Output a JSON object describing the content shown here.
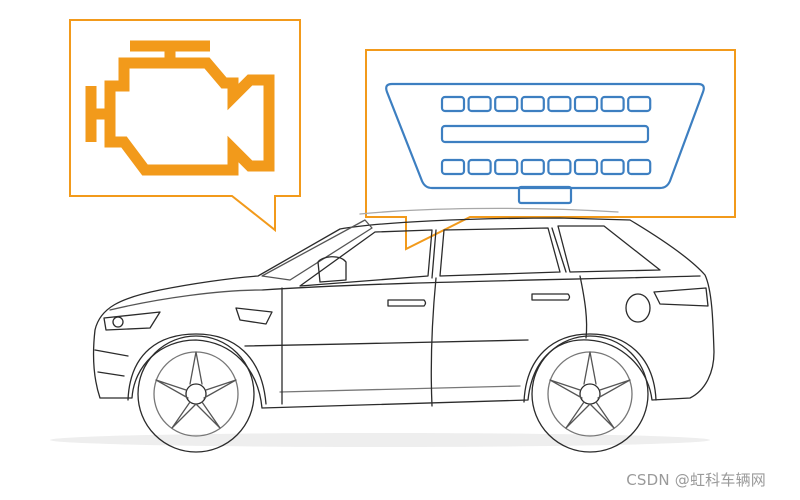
{
  "colors": {
    "accent_orange": "#f29a1b",
    "connector_blue": "#3d7fc1",
    "car_line": "#2b2b2b",
    "car_light": "#9a9a9a",
    "shadow": "#eeeeee"
  },
  "icons": {
    "left_callout": "check-engine-icon",
    "right_callout": "obd2-connector-icon",
    "main_illustration": "suv-side-view-icon"
  },
  "connector": {
    "top_row_pins": 8,
    "bottom_row_pins": 8
  },
  "watermark": {
    "text": "CSDN @虹科车辆网"
  }
}
